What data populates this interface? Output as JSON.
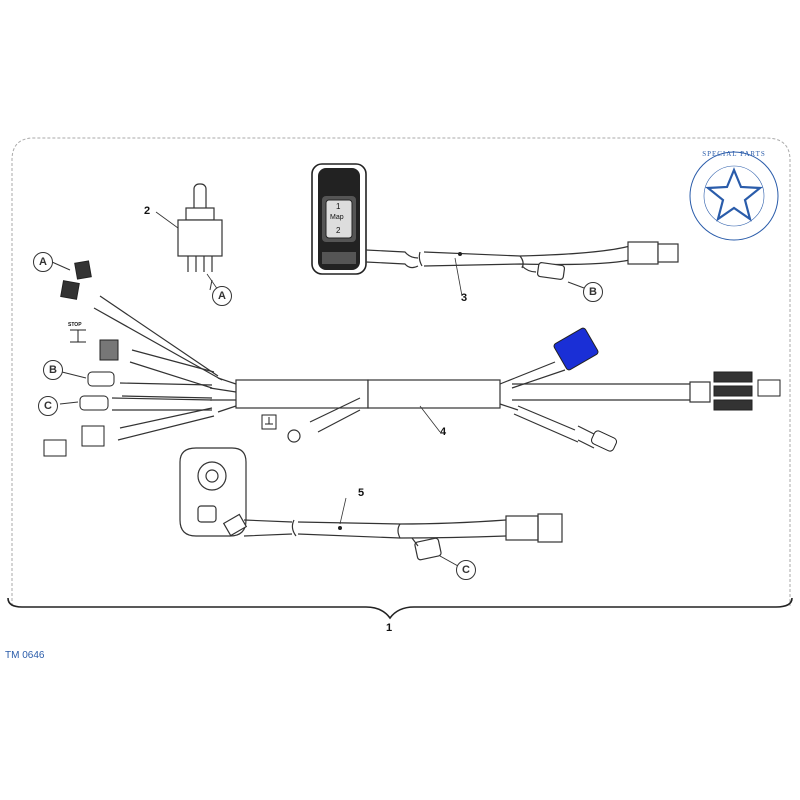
{
  "diagram": {
    "part_labels": {
      "p1": "1",
      "p2": "2",
      "p3": "3",
      "p4": "4",
      "p5": "5"
    },
    "callouts": {
      "a_top": "A",
      "a_switch": "A",
      "b_left": "B",
      "b_right": "B",
      "c_left": "C",
      "c_bottom": "C"
    },
    "switch_text": {
      "top": "1",
      "mid": "Map",
      "bottom": "2"
    },
    "stop_text": "STOP",
    "stamp": {
      "text": "SPECIAL PARTS",
      "color": "#2a5caa"
    },
    "drawing_code": "TM 0646",
    "colors": {
      "line": "#333333",
      "connector_blue": "#1a2fd6",
      "frame": "#aaaaaa",
      "text_blue": "#2a5caa"
    }
  }
}
